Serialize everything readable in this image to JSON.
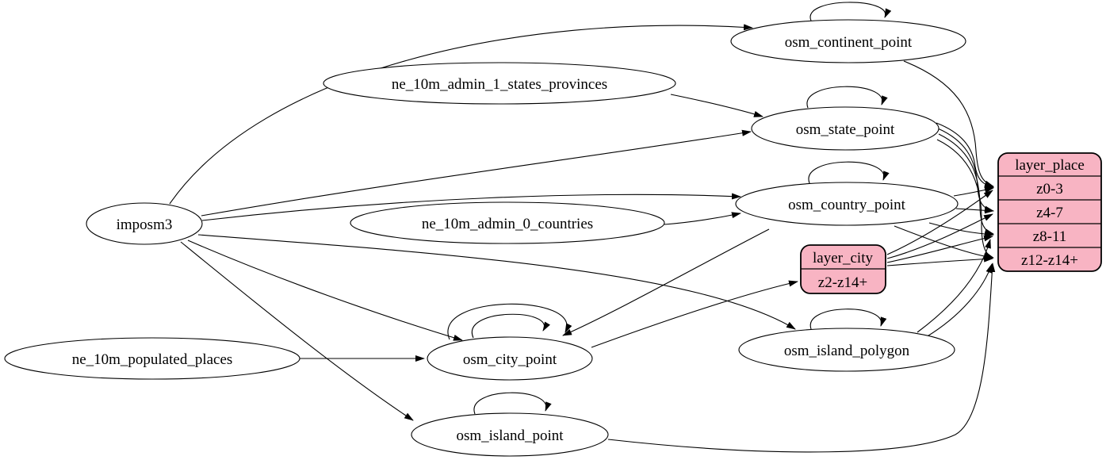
{
  "diagram": {
    "type": "directed-graph-etl",
    "colors": {
      "background": "#ffffff",
      "node_fill": "#ffffff",
      "record_fill": "#f8b4c3",
      "stroke": "#000000"
    },
    "nodes": [
      {
        "id": "imposm3",
        "label": "imposm3"
      },
      {
        "id": "ne_10m_admin_1_states_provinces",
        "label": "ne_10m_admin_1_states_provinces"
      },
      {
        "id": "ne_10m_admin_0_countries",
        "label": "ne_10m_admin_0_countries"
      },
      {
        "id": "ne_10m_populated_places",
        "label": "ne_10m_populated_places"
      },
      {
        "id": "osm_continent_point",
        "label": "osm_continent_point"
      },
      {
        "id": "osm_state_point",
        "label": "osm_state_point"
      },
      {
        "id": "osm_country_point",
        "label": "osm_country_point"
      },
      {
        "id": "osm_city_point",
        "label": "osm_city_point"
      },
      {
        "id": "osm_island_polygon",
        "label": "osm_island_polygon"
      },
      {
        "id": "osm_island_point",
        "label": "osm_island_point"
      }
    ],
    "records": [
      {
        "id": "layer_place",
        "title": "layer_place",
        "rows": [
          "z0-3",
          "z4-7",
          "z8-11",
          "z12-z14+"
        ]
      },
      {
        "id": "layer_city",
        "title": "layer_city",
        "rows": [
          "z2-z14+"
        ]
      }
    ],
    "edges": [
      {
        "from": "imposm3",
        "to": "osm_continent_point"
      },
      {
        "from": "imposm3",
        "to": "osm_state_point"
      },
      {
        "from": "imposm3",
        "to": "osm_country_point"
      },
      {
        "from": "imposm3",
        "to": "osm_city_point"
      },
      {
        "from": "imposm3",
        "to": "osm_island_polygon"
      },
      {
        "from": "imposm3",
        "to": "osm_island_point"
      },
      {
        "from": "ne_10m_admin_1_states_provinces",
        "to": "osm_state_point"
      },
      {
        "from": "ne_10m_admin_0_countries",
        "to": "osm_country_point"
      },
      {
        "from": "ne_10m_populated_places",
        "to": "osm_city_point"
      },
      {
        "from": "osm_continent_point",
        "to": "osm_continent_point",
        "self": true
      },
      {
        "from": "osm_state_point",
        "to": "osm_state_point",
        "self": true
      },
      {
        "from": "osm_country_point",
        "to": "osm_country_point",
        "self": true
      },
      {
        "from": "osm_city_point",
        "to": "osm_city_point",
        "self": true
      },
      {
        "from": "osm_city_point",
        "to": "osm_city_point",
        "self": true
      },
      {
        "from": "osm_island_polygon",
        "to": "osm_island_polygon",
        "self": true
      },
      {
        "from": "osm_island_point",
        "to": "osm_island_point",
        "self": true
      },
      {
        "from": "osm_country_point",
        "to": "osm_city_point"
      },
      {
        "from": "osm_city_point",
        "to": "layer_city",
        "port": "z2-z14+"
      },
      {
        "from": "osm_continent_point",
        "to": "layer_place",
        "port": "z0-3"
      },
      {
        "from": "osm_state_point",
        "to": "layer_place",
        "port": "z0-3"
      },
      {
        "from": "osm_state_point",
        "to": "layer_place",
        "port": "z4-7"
      },
      {
        "from": "osm_state_point",
        "to": "layer_place",
        "port": "z8-11"
      },
      {
        "from": "osm_state_point",
        "to": "layer_place",
        "port": "z12-z14+"
      },
      {
        "from": "osm_country_point",
        "to": "layer_place",
        "port": "z0-3"
      },
      {
        "from": "osm_country_point",
        "to": "layer_place",
        "port": "z4-7"
      },
      {
        "from": "osm_country_point",
        "to": "layer_place",
        "port": "z8-11"
      },
      {
        "from": "osm_country_point",
        "to": "layer_place",
        "port": "z12-z14+"
      },
      {
        "from": "layer_city",
        "to": "layer_place",
        "port": "z0-3"
      },
      {
        "from": "layer_city",
        "to": "layer_place",
        "port": "z4-7"
      },
      {
        "from": "layer_city",
        "to": "layer_place",
        "port": "z8-11"
      },
      {
        "from": "layer_city",
        "to": "layer_place",
        "port": "z12-z14+"
      },
      {
        "from": "osm_island_polygon",
        "to": "layer_place",
        "port": "z8-11"
      },
      {
        "from": "osm_island_polygon",
        "to": "layer_place",
        "port": "z12-z14+"
      },
      {
        "from": "osm_island_point",
        "to": "layer_place",
        "port": "z12-z14+"
      }
    ]
  }
}
